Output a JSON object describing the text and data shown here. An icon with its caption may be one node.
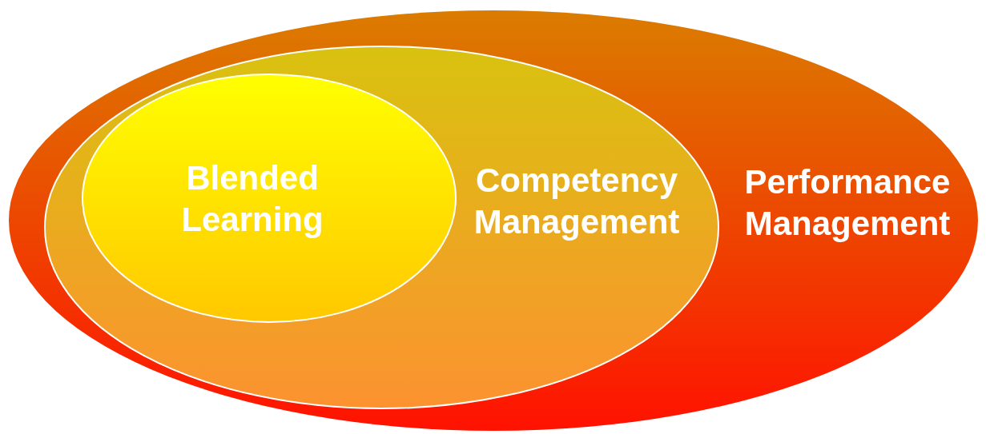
{
  "diagram": {
    "nodes": [
      {
        "text": [
          "Performance Management"
        ]
      },
      {
        "text": [
          "Competency Management"
        ],
        "in": 0
      },
      {
        "text": [
          "Blended Learning"
        ],
        "in": 1
      }
    ]
  }
}
